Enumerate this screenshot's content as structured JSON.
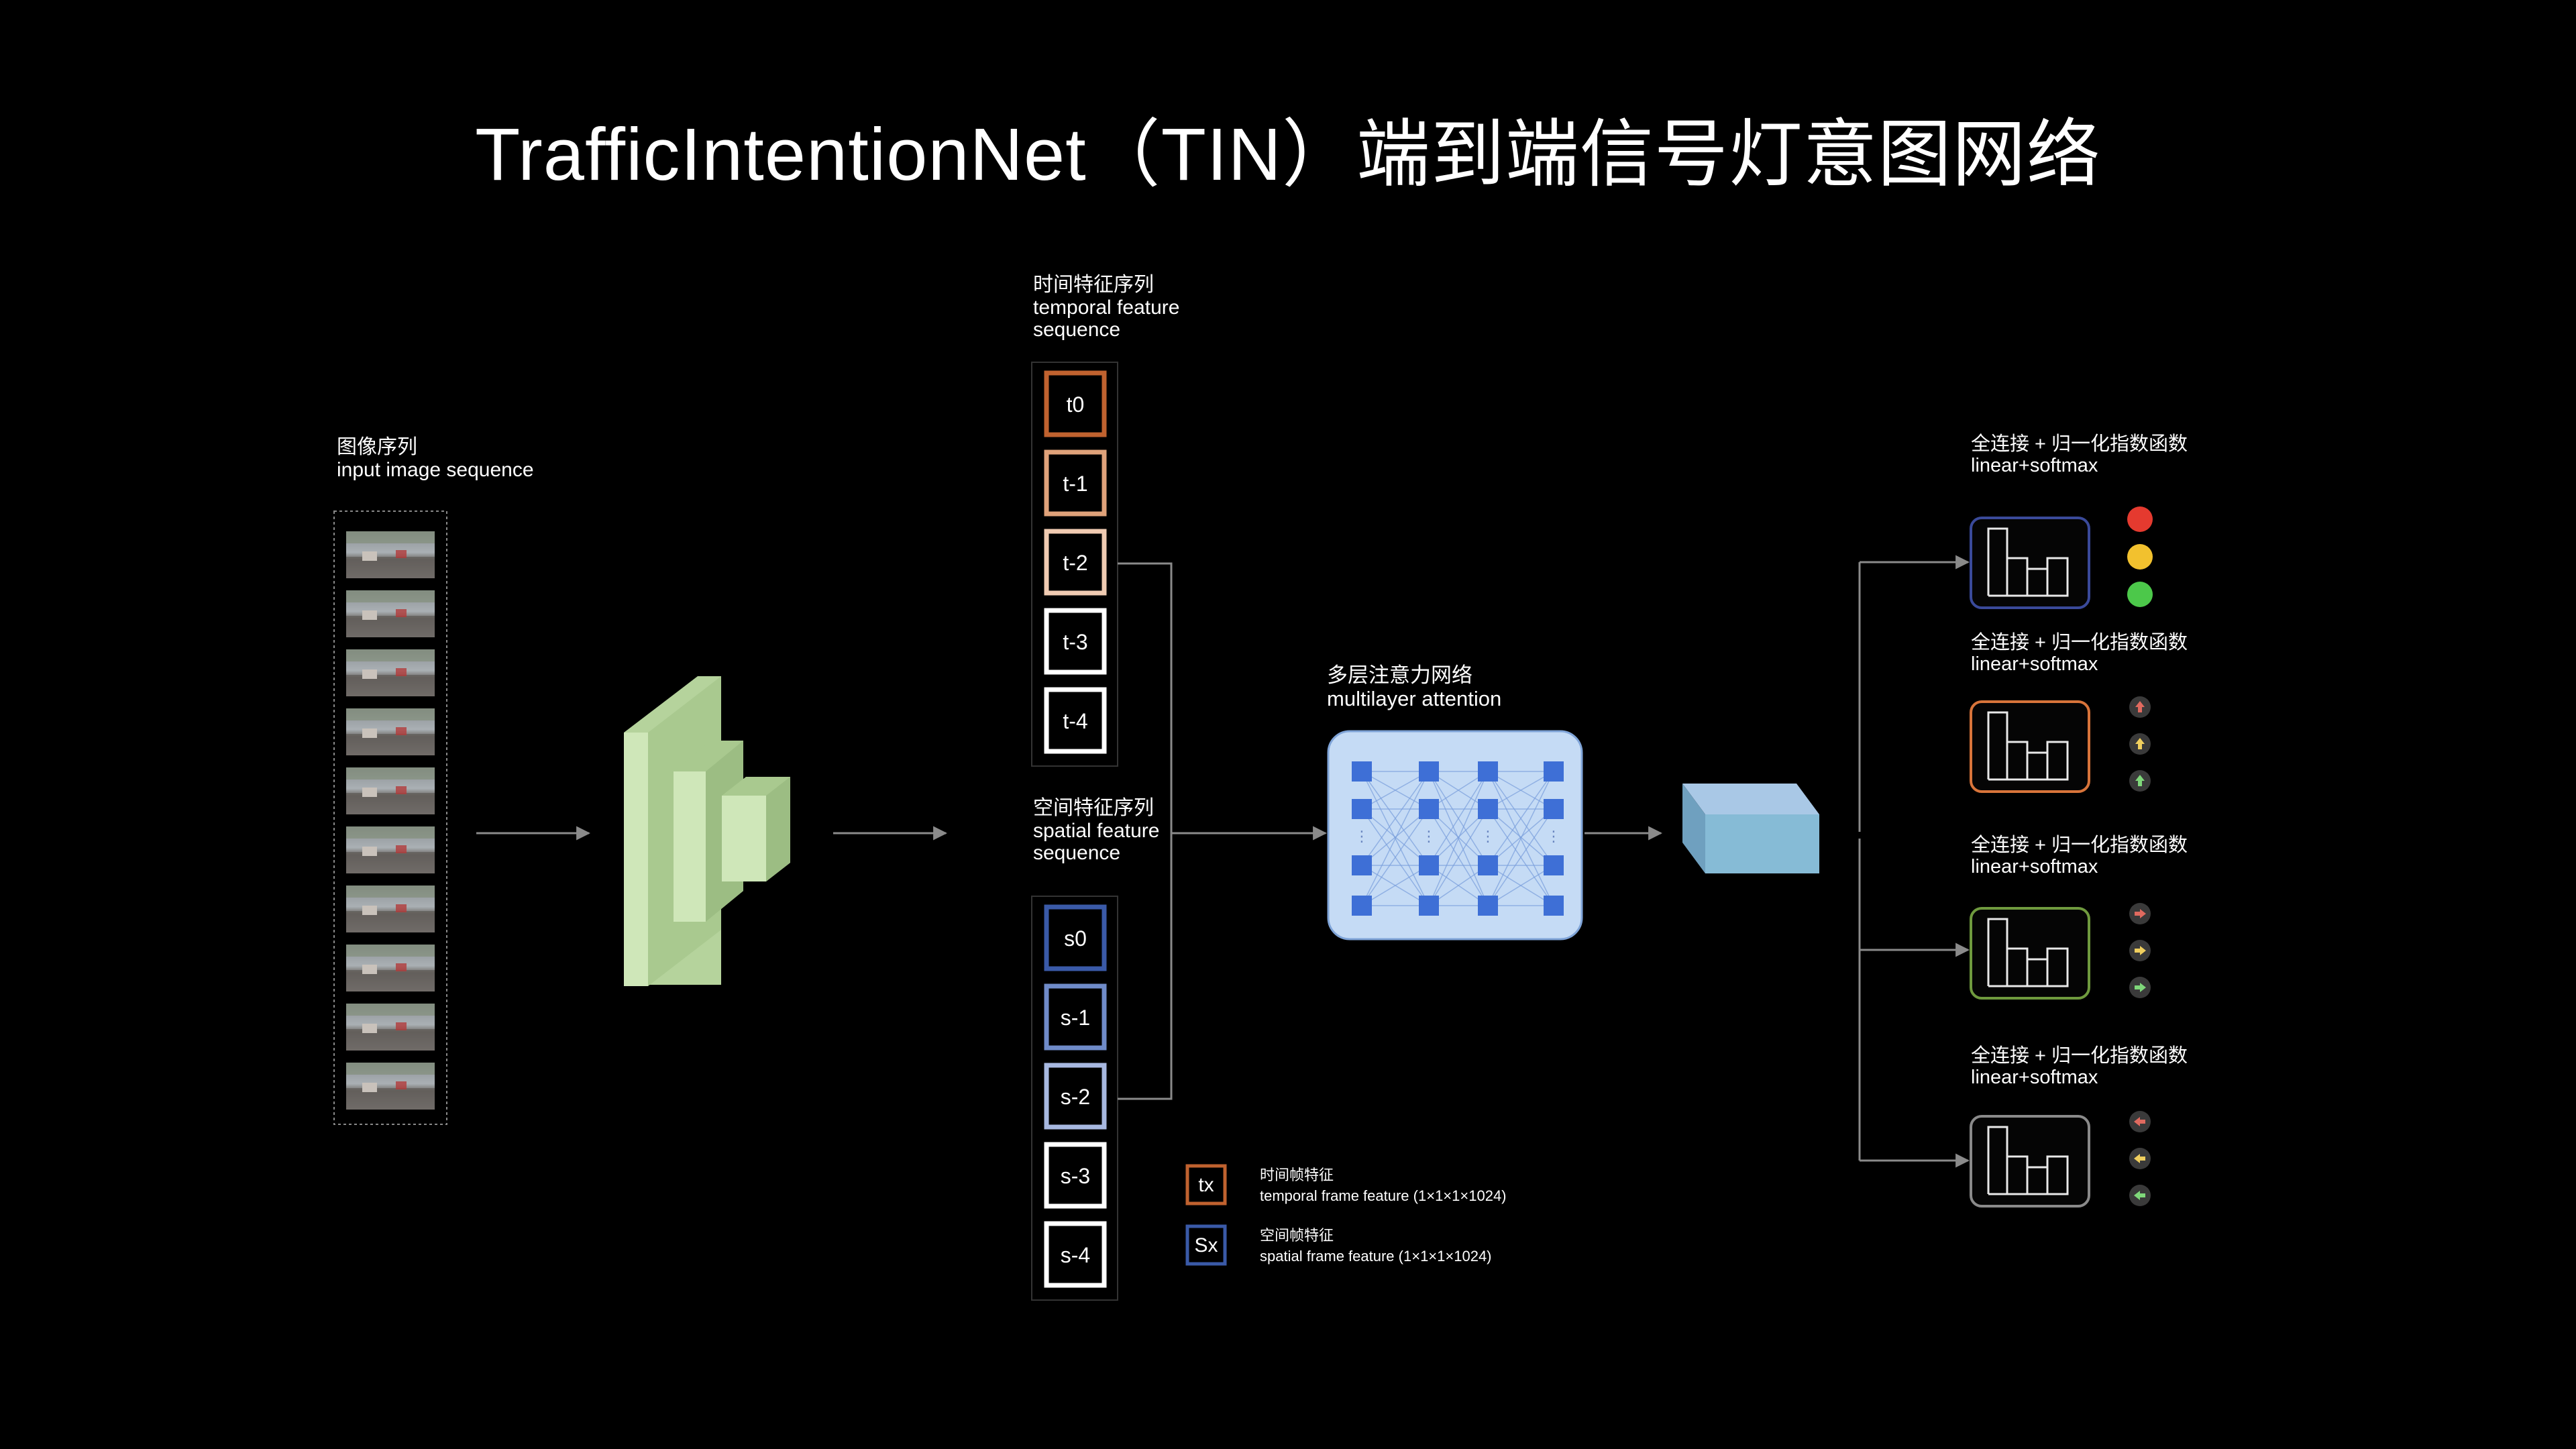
{
  "title": "TrafficIntentionNet（TIN）端到端信号灯意图网络",
  "input_sequence": {
    "label_zh": "图像序列",
    "label_en": "input image sequence",
    "frame_count": 10
  },
  "temporal_sequence": {
    "label_zh": "时间特征序列",
    "label_en_1": "temporal feature",
    "label_en_2": "sequence",
    "items": [
      "t0",
      "t-1",
      "t-2",
      "t-3",
      "t-4"
    ],
    "colors": [
      "#c0622f",
      "#e0a27a",
      "#f0cbb2",
      "#ffffff",
      "#ffffff"
    ]
  },
  "spatial_sequence": {
    "label_zh": "空间特征序列",
    "label_en_1": "spatial feature",
    "label_en_2": "sequence",
    "items": [
      "s0",
      "s-1",
      "s-2",
      "s-3",
      "s-4"
    ],
    "colors": [
      "#3a5aa8",
      "#6f8bc9",
      "#a7b8e0",
      "#ffffff",
      "#ffffff"
    ]
  },
  "attention": {
    "label_zh": "多层注意力网络",
    "label_en": "multilayer attention"
  },
  "heads": [
    {
      "label_zh": "全连接 + 归一化指数函数",
      "label_en": "linear+softmax",
      "color": "#3a4a9a",
      "kind": "lights"
    },
    {
      "label_zh": "全连接 + 归一化指数函数",
      "label_en": "linear+softmax",
      "color": "#d8743a",
      "kind": "up"
    },
    {
      "label_zh": "全连接 + 归一化指数函数",
      "label_en": "linear+softmax",
      "color": "#6f9a3e",
      "kind": "right"
    },
    {
      "label_zh": "全连接 + 归一化指数函数",
      "label_en": "linear+softmax",
      "color": "#8a8a8a",
      "kind": "left"
    }
  ],
  "legend": {
    "temporal": {
      "symbol": "tx",
      "label_zh": "时间帧特征",
      "label_en": "temporal frame feature (1×1×1×1024)"
    },
    "spatial": {
      "symbol": "Sx",
      "label_zh": "空间帧特征",
      "label_en": "spatial frame feature (1×1×1×1024)"
    }
  },
  "colors": {
    "red": "#e53a2f",
    "yellow": "#f2c12e",
    "green": "#4cc84a",
    "cnn_front": "#cfe7b9",
    "cnn_side": "#a9c98f",
    "attention_fill": "#c5dbf5",
    "attention_node": "#3e6fd6",
    "output_front": "#86bbd6",
    "output_top": "#a9c8e6"
  }
}
